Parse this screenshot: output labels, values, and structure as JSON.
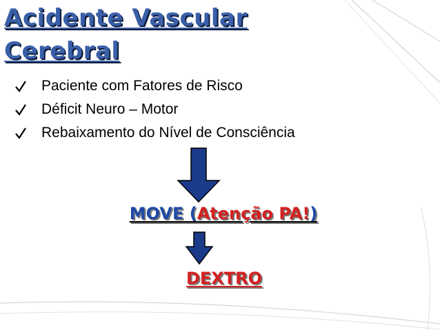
{
  "slide": {
    "title_line1": "Acidente Vascular",
    "title_line2": "Cerebral",
    "bullets": [
      {
        "text": "Paciente com Fatores de Risco",
        "icon": "checkmark-icon"
      },
      {
        "text": "Déficit Neuro – Motor",
        "icon": "checkmark-icon"
      },
      {
        "text": "Rebaixamento do Nível de Consciência",
        "icon": "checkmark-icon"
      }
    ],
    "action": {
      "move": "MOVE",
      "open_paren": " (",
      "atencao": "Atenção PA!",
      "close_paren": ")"
    },
    "result": "DEXTRO",
    "colors": {
      "title": "#3a5fa8",
      "move": "#1f4aa8",
      "alert": "#d42020",
      "arrow_fill": "#1a3a8a",
      "arrow_outline": "#000000"
    }
  }
}
